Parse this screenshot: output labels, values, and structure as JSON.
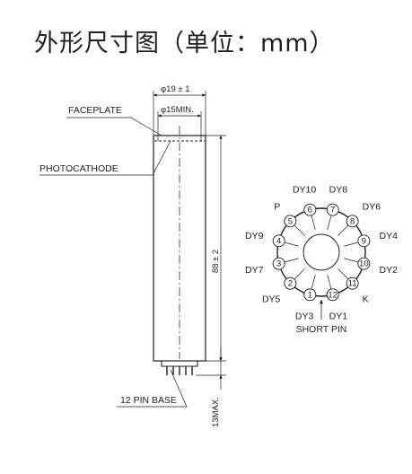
{
  "title": "外形尺寸图（单位：mm）",
  "tube": {
    "labels": {
      "faceplate": "FACEPLATE",
      "photocathode": "PHOTOCATHODE",
      "pin_base": "12 PIN BASE"
    },
    "dims": {
      "outer_diameter": "φ19 ± 1",
      "min_diameter": "φ15MIN.",
      "length": "88 ± 2",
      "base_max": "13MAX."
    }
  },
  "base": {
    "pins": [
      {
        "num": "1",
        "label": "DY3"
      },
      {
        "num": "2",
        "label": "DY5"
      },
      {
        "num": "3",
        "label": "DY7"
      },
      {
        "num": "4",
        "label": "DY9"
      },
      {
        "num": "5",
        "label": "P"
      },
      {
        "num": "6",
        "label": "DY10"
      },
      {
        "num": "7",
        "label": "DY8"
      },
      {
        "num": "8",
        "label": "DY6"
      },
      {
        "num": "9",
        "label": "DY4"
      },
      {
        "num": "10",
        "label": "DY2"
      },
      {
        "num": "11",
        "label": "K"
      },
      {
        "num": "12",
        "label": "DY1"
      }
    ],
    "short_pin_label": "SHORT PIN"
  }
}
